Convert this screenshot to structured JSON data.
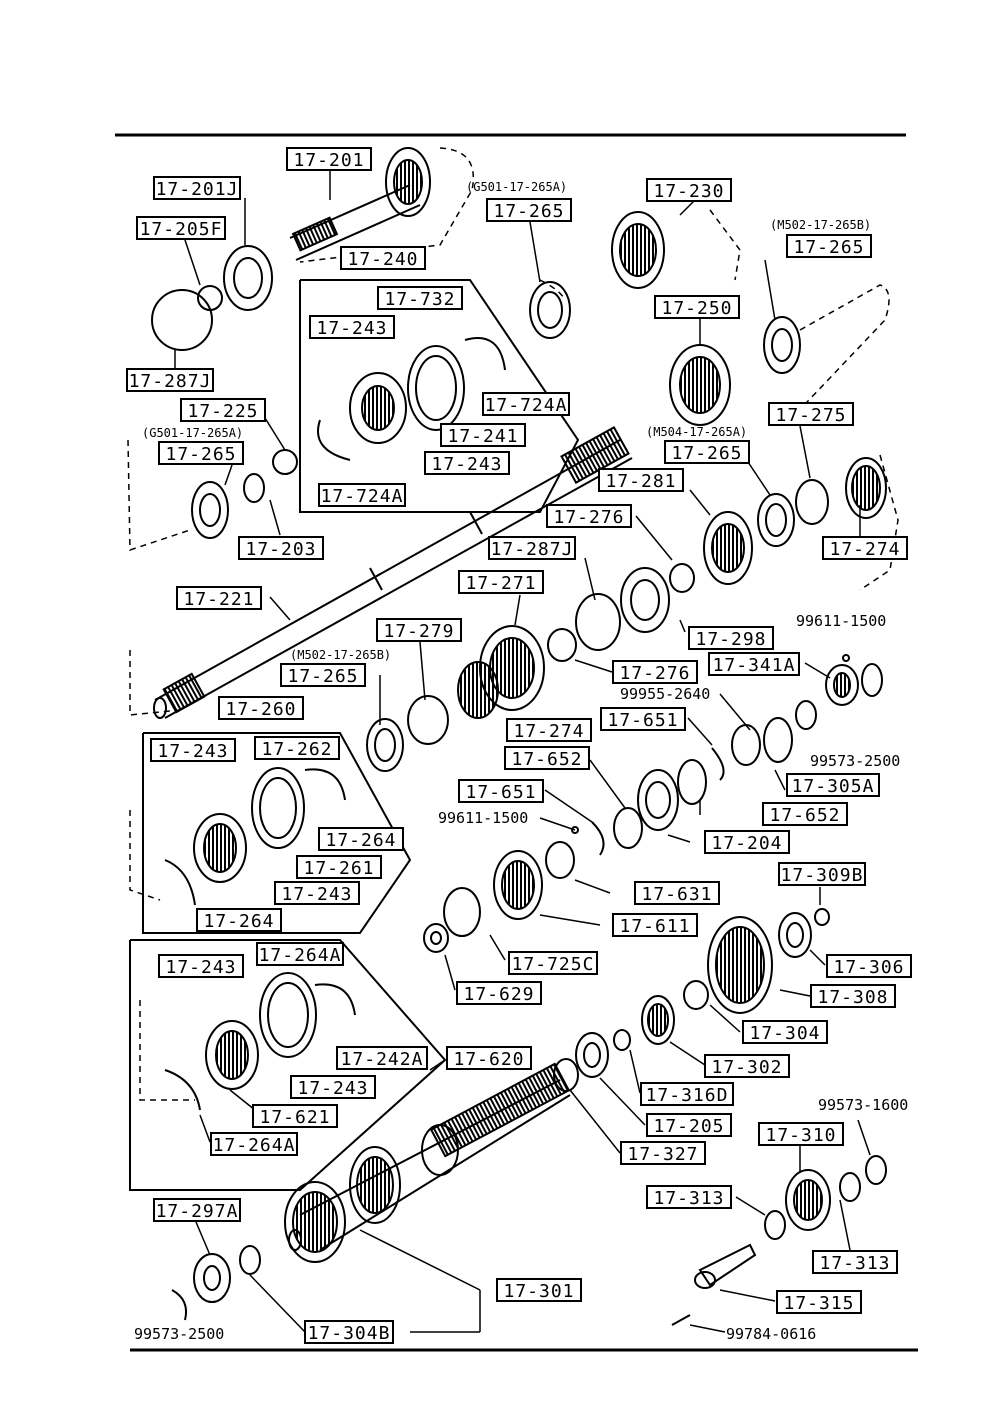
{
  "parts": {
    "p_17_201": "17-201",
    "p_17_201j": "17-201J",
    "p_17_205f": "17-205F",
    "p_17_287j_top": "17-287J",
    "p_17_240": "17-240",
    "p_17_732": "17-732",
    "p_17_243_a": "17-243",
    "p_17_724a_a": "17-724A",
    "p_17_241": "17-241",
    "p_17_243_b": "17-243",
    "p_17_724a_b": "17-724A",
    "p_17_225": "17-225",
    "p_17_265_left": "17-265",
    "p_17_203": "17-203",
    "p_17_265_top": "17-265",
    "p_17_230": "17-230",
    "p_17_265_right": "17-265",
    "p_17_250": "17-250",
    "p_17_275": "17-275",
    "p_17_265_mid": "17-265",
    "p_17_281": "17-281",
    "p_17_274_a": "17-274",
    "p_17_276_a": "17-276",
    "p_17_287j_mid": "17-287J",
    "p_17_271": "17-271",
    "p_17_298": "17-298",
    "p_17_221": "17-221",
    "p_17_279": "17-279",
    "p_17_276_b": "17-276",
    "p_17_341a": "17-341A",
    "p_17_265_low": "17-265",
    "p_17_274_b": "17-274",
    "p_17_651_a": "17-651",
    "p_17_260": "17-260",
    "p_17_243_c": "17-243",
    "p_17_262": "17-262",
    "p_17_652_a": "17-652",
    "p_17_305a": "17-305A",
    "p_17_651_b": "17-651",
    "p_17_652_b": "17-652",
    "p_17_264_a": "17-264",
    "p_17_204": "17-204",
    "p_17_261": "17-261",
    "p_17_243_d": "17-243",
    "p_17_264_b": "17-264",
    "p_17_631": "17-631",
    "p_17_309b": "17-309B",
    "p_17_611": "17-611",
    "p_17_243_e": "17-243",
    "p_17_264a_a": "17-264A",
    "p_17_725c": "17-725C",
    "p_17_306": "17-306",
    "p_17_629": "17-629",
    "p_17_308": "17-308",
    "p_17_304": "17-304",
    "p_17_242a": "17-242A",
    "p_17_620": "17-620",
    "p_17_302": "17-302",
    "p_17_243_f": "17-243",
    "p_17_316d": "17-316D",
    "p_17_621": "17-621",
    "p_17_205": "17-205",
    "p_17_264a_b": "17-264A",
    "p_17_327": "17-327",
    "p_17_310": "17-310",
    "p_17_313_a": "17-313",
    "p_17_313_b": "17-313",
    "p_17_297a": "17-297A",
    "p_17_301": "17-301",
    "p_17_315": "17-315",
    "p_17_304b": "17-304B"
  },
  "plain_numbers": {
    "n_99611_1500_a": "99611-1500",
    "n_99955_2640": "99955-2640",
    "n_99573_2500_a": "99573-2500",
    "n_99611_1500_b": "99611-1500",
    "n_99573_1600": "99573-1600",
    "n_99573_2500_b": "99573-2500",
    "n_99784_0616": "99784-0616"
  },
  "notes": {
    "g501_top": "(G501-17-265A)",
    "m502_top": "(M502-17-265B)",
    "g501_left": "(G501-17-265A)",
    "m504": "(M504-17-265A)",
    "m502_low": "(M502-17-265B)"
  }
}
